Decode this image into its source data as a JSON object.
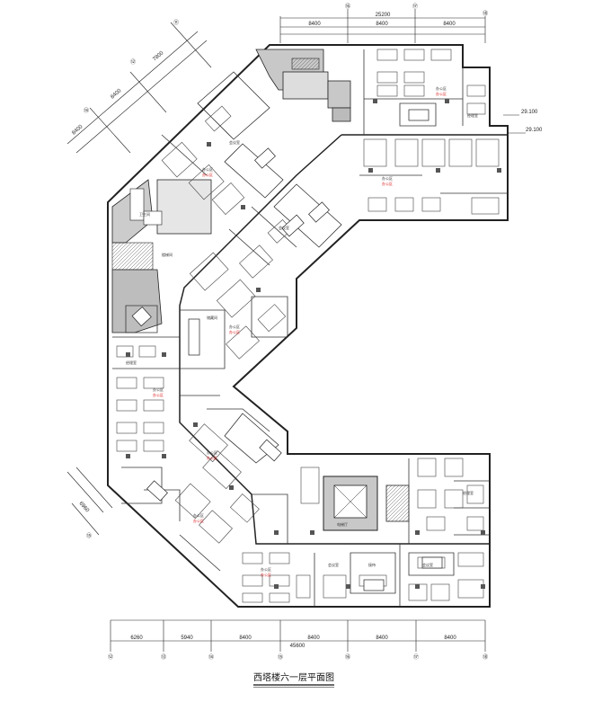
{
  "drawing": {
    "caption": "西塔楼六一层平面图"
  },
  "dimensions": {
    "top_total": "25200",
    "top_segments": [
      "8400",
      "8400",
      "8400"
    ],
    "bottom_total": "45600",
    "bottom_segments": [
      "6260",
      "5940",
      "8400",
      "8400",
      "8400",
      "8400"
    ],
    "diag_upper_segments": [
      "8400",
      "8400",
      "7800"
    ],
    "diag_lower_segment": "6960",
    "right_side": [
      "29.100",
      "29.100"
    ]
  },
  "grid_axes": {
    "bottom": [
      "⑫",
      "⑬",
      "⑭",
      "⑮",
      "⑯",
      "⑰",
      "⑱"
    ],
    "top": [
      "⑯",
      "⑰",
      "⑱"
    ],
    "diag_upper": [
      "⑪",
      "⑫",
      "⑭"
    ],
    "diag_lower": [
      "⑮"
    ]
  },
  "rooms": {
    "office": "办公区",
    "office_area": "办公区",
    "meeting": "会议室",
    "manager": "经理室",
    "storage": "储藏间",
    "toilet": "卫生间",
    "stairs": "楼梯间",
    "elevator": "电梯厅",
    "reception": "接待"
  },
  "colors": {
    "line": "#222222",
    "shade": "#c8c8c8",
    "accent_text": "#dd2222"
  }
}
